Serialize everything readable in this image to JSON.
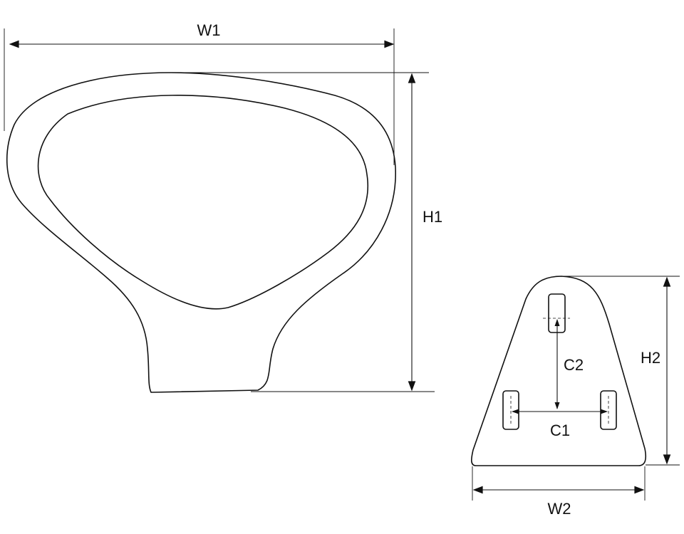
{
  "labels": {
    "w1": "W1",
    "h1": "H1",
    "w2": "W2",
    "h2": "H2",
    "c1": "C1",
    "c2": "C2"
  },
  "colors": {
    "line": "#111111",
    "background": "#ffffff"
  }
}
